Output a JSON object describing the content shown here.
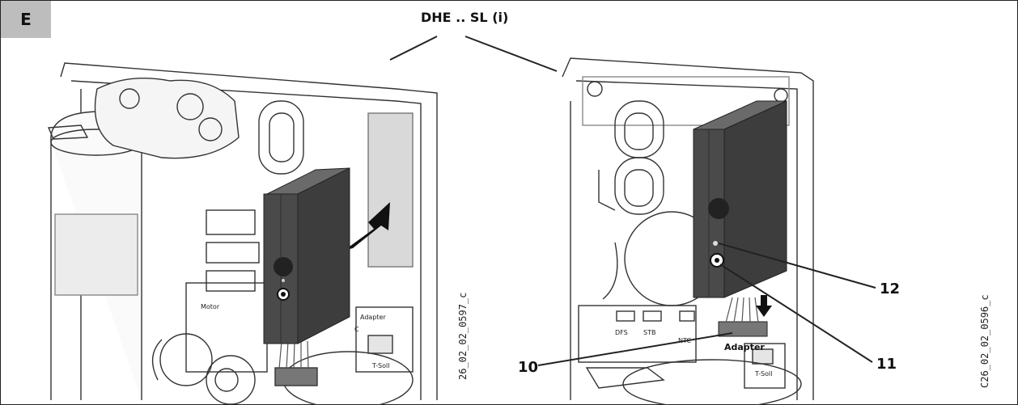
{
  "section": {
    "label": "E"
  },
  "title": "DHE .. SL (i)",
  "figures": {
    "left_id": "26_02_02_0597_c",
    "right_id": "C26_02_02_0596_c"
  },
  "board_labels_left": [
    "Motor",
    "Adapter",
    "T-Soll",
    "C"
  ],
  "board_labels_right": [
    "DFS",
    "STB",
    "NTC",
    "Adapter",
    "T-Soll"
  ],
  "callouts": {
    "c10": "10",
    "c11": "11",
    "c12": "12"
  },
  "colors": {
    "module": "#4a4a4a",
    "line": "#222222",
    "badge": "#bdbdbd"
  }
}
